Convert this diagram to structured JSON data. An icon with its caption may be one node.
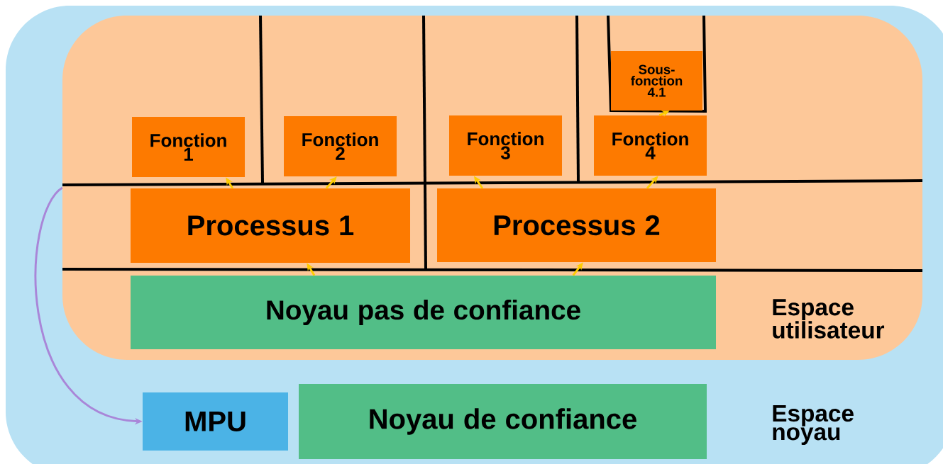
{
  "diagram": {
    "nodes": [
      {
        "text": [
          "Espace noyau"
        ]
      },
      {
        "text": [
          "Espace utilisateur"
        ],
        "in": 0
      },
      {
        "text": [
          "Sous-fonction 4.1"
        ],
        "in": 1
      },
      {
        "text": [
          "Fonction 1"
        ],
        "in": 1
      },
      {
        "text": [
          "Fonction 2"
        ],
        "in": 1
      },
      {
        "text": [
          "Fonction 3"
        ],
        "in": 1
      },
      {
        "text": [
          "Fonction 4"
        ],
        "in": 1
      },
      {
        "text": [
          "Processus 1"
        ],
        "in": 1
      },
      {
        "text": [
          "Processus 2"
        ],
        "in": 1
      },
      {
        "text": [
          "Noyau pas de confiance"
        ],
        "in": 1
      },
      {
        "text": [
          "MPU"
        ],
        "in": 0
      },
      {
        "text": [
          "Noyau de confiance"
        ],
        "in": 0
      }
    ],
    "edges": [
      {
        "from": 7,
        "to": 3,
        "arrow": "to"
      },
      {
        "from": 7,
        "to": 4,
        "arrow": "to"
      },
      {
        "from": 8,
        "to": 5,
        "arrow": "to"
      },
      {
        "from": 8,
        "to": 6,
        "arrow": "to"
      },
      {
        "from": 6,
        "to": 2,
        "arrow": "to"
      },
      {
        "from": 9,
        "to": 7,
        "arrow": "to"
      },
      {
        "from": 9,
        "to": 8,
        "arrow": "to"
      },
      {
        "from": 1,
        "to": 10,
        "arrow": "to",
        "color": "#a986d8"
      }
    ]
  }
}
